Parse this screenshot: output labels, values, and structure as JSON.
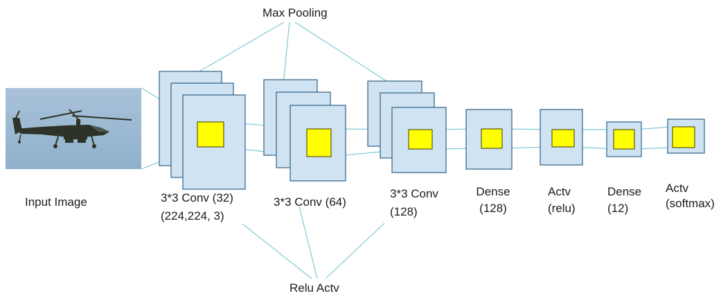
{
  "title": "Max Pooling",
  "footer": "Relu Actv",
  "input_label": "Input Image",
  "layers": [
    {
      "line1": "3*3 Conv (32)",
      "line2": "(224,224, 3)"
    },
    {
      "line1": "3*3 Conv (64)",
      "line2": ""
    },
    {
      "line1": "3*3 Conv",
      "line2": "(128)"
    },
    {
      "line1": "Dense",
      "line2": "(128)"
    },
    {
      "line1": "Actv",
      "line2": "(relu)"
    },
    {
      "line1": "Dense",
      "line2": "(12)"
    },
    {
      "line1": "Actv",
      "line2": "(softmax)"
    }
  ],
  "colors": {
    "block_fill": "#cfe3f3",
    "block_stroke": "#2f5f82",
    "kernel_fill": "#ffff00",
    "kernel_stroke": "#3a3a00",
    "connector": "#7ec8d6",
    "sky": "#9fbad3"
  },
  "icons": {
    "input_image": "helicopter-image"
  }
}
